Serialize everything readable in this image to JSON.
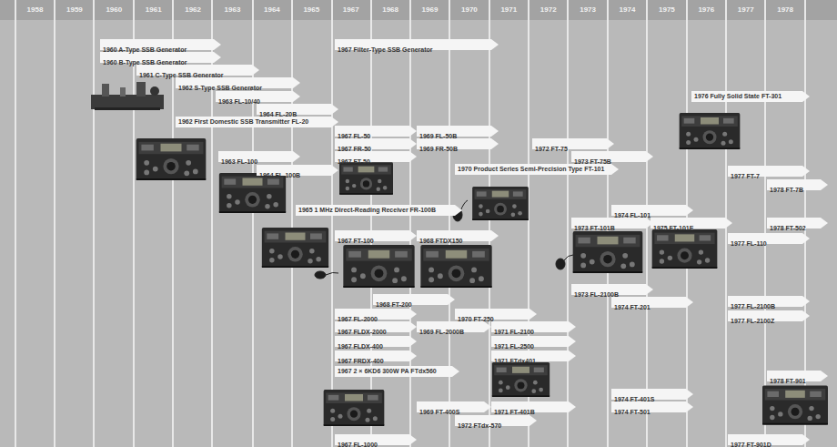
{
  "diagram": {
    "nodes": [
      {
        "text": [
          "1960 A-Type SSB Generator"
        ]
      },
      {
        "text": [
          "1960 B-Type SSB Generator"
        ]
      },
      {
        "text": [
          "1961 C-Type SSB Generator"
        ]
      },
      {
        "text": [
          "1962 S-Type SSB Generator"
        ]
      },
      {
        "text": [
          "1963 FL-10/40"
        ]
      },
      {
        "text": [
          "1964 FL-20B"
        ]
      },
      {
        "text": [
          "1962 First Domestic SSB Transmitter FL-20"
        ]
      },
      {
        "text": [
          "1967 Filter-Type SSB Generator"
        ]
      },
      {
        "text": [
          "1963 FL-100"
        ]
      },
      {
        "text": [
          "1964 FL-100B"
        ]
      },
      {
        "text": [
          "1965 1 MHz Direct-Reading Receiver FR-100B"
        ]
      },
      {
        "text": [
          "1967 FL-50"
        ]
      },
      {
        "text": [
          "1967 FR-50"
        ]
      },
      {
        "text": [
          "1967 FT-50"
        ]
      },
      {
        "text": [
          "1969 FL-50B"
        ]
      },
      {
        "text": [
          "1969 FR-50B"
        ]
      },
      {
        "text": [
          "1970 Product Series Semi-Precision Type FT-101"
        ]
      },
      {
        "text": [
          "1967 FT-100"
        ]
      },
      {
        "text": [
          "1968 FTDX150"
        ]
      },
      {
        "text": [
          "1968 FT-200"
        ]
      },
      {
        "text": [
          "1967 FL-2000"
        ]
      },
      {
        "text": [
          "1970 FT-250"
        ]
      },
      {
        "text": [
          "1967 FLDX-2000"
        ]
      },
      {
        "text": [
          "1969 FL-2000B"
        ]
      },
      {
        "text": [
          "1971 FL-2100"
        ]
      },
      {
        "text": [
          "1967 FLDX-400"
        ]
      },
      {
        "text": [
          "1971 FL-2500"
        ]
      },
      {
        "text": [
          "1967 FRDX-400"
        ]
      },
      {
        "text": [
          "1971 FTdx401"
        ]
      },
      {
        "text": [
          "1967 2 × 6KD6 300W PA FTdx560"
        ]
      },
      {
        "text": [
          "1969 FT-400S"
        ]
      },
      {
        "text": [
          "1971 FT-401B"
        ]
      },
      {
        "text": [
          "1972 FTdx-570"
        ]
      },
      {
        "text": [
          "1967 FL-1000"
        ]
      },
      {
        "text": [
          "1972 FT-75"
        ]
      },
      {
        "text": [
          "1973 FT-75B"
        ]
      },
      {
        "text": [
          "1974 FL-101"
        ]
      },
      {
        "text": [
          "1973 FT-101B"
        ]
      },
      {
        "text": [
          "1975 FT-101E"
        ]
      },
      {
        "text": [
          "1973 FL-2100B"
        ]
      },
      {
        "text": [
          "1974 FT-201"
        ]
      },
      {
        "text": [
          "1974 FT-401S"
        ]
      },
      {
        "text": [
          "1974 FT-501"
        ]
      },
      {
        "text": [
          "1976 Fully Solid State FT-301"
        ]
      },
      {
        "text": [
          "1977 FT-7"
        ]
      },
      {
        "text": [
          "1978 FT-7B"
        ]
      },
      {
        "text": [
          "1978 FT-502"
        ]
      },
      {
        "text": [
          "1977 FL-110"
        ]
      },
      {
        "text": [
          "1977 FL-2100B"
        ]
      },
      {
        "text": [
          "1977 FL-2100Z"
        ]
      },
      {
        "text": [
          "1978 FT-901"
        ]
      },
      {
        "text": [
          "1977 FT-901D"
        ]
      }
    ],
    "labels": [
      "1958",
      "1959",
      "1960",
      "1961",
      "1962",
      "1963",
      "1964",
      "1965",
      "1967",
      "1968",
      "1969",
      "1970",
      "1971",
      "1972",
      "1973",
      "1974",
      "1975",
      "1976",
      "1977",
      "1978"
    ]
  }
}
